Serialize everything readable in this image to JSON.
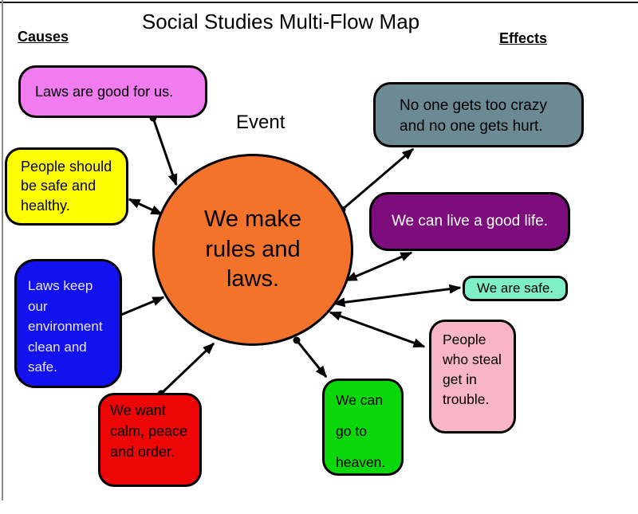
{
  "page": {
    "title": "Social Studies Multi-Flow Map",
    "causes_label": "Causes",
    "effects_label": "Effects",
    "event_label": "Event"
  },
  "event": {
    "text": "We make rules and laws.",
    "color": "#F3732B",
    "text_color": "#000000"
  },
  "causes": [
    {
      "id": "laws-good-for-us",
      "text": "Laws are good for us.",
      "color": "#F07CF0",
      "text_color": "#000000"
    },
    {
      "id": "safe-and-healthy",
      "text": "People should be safe and healthy.",
      "color": "#FFFF00",
      "text_color": "#000000"
    },
    {
      "id": "environment-clean",
      "text": "Laws keep our environment clean and safe.",
      "color": "#1212EE",
      "text_color": "#E9E6FA"
    },
    {
      "id": "calm-peace-order",
      "text": "We want calm, peace and order.",
      "color": "#EE0505",
      "text_color": "#000000"
    }
  ],
  "effects": [
    {
      "id": "no-one-crazy-hurt",
      "text": "No one gets too crazy and no one gets hurt.",
      "color": "#6C8A94",
      "text_color": "#000000"
    },
    {
      "id": "good-life",
      "text": "We can live a good life.",
      "color": "#7D0C7D",
      "text_color": "#FFFFFF"
    },
    {
      "id": "we-are-safe",
      "text": "We are safe.",
      "color": "#7FEFC8",
      "text_color": "#000000"
    },
    {
      "id": "steal-trouble",
      "text": "People who steal get in trouble.",
      "color": "#F8B6C4",
      "text_color": "#000000"
    },
    {
      "id": "go-to-heaven",
      "text": "We can go to heaven.",
      "color": "#0AD80A",
      "text_color": "#000000"
    }
  ]
}
